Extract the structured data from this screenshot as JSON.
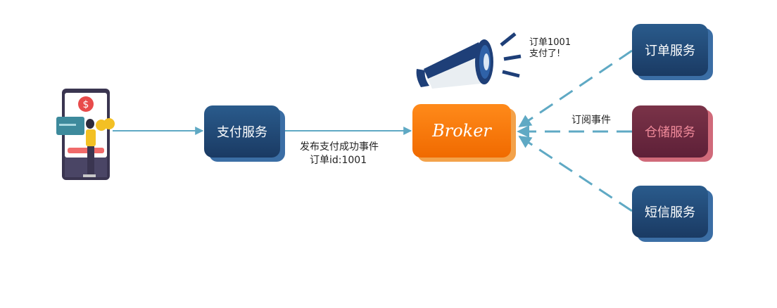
{
  "nodes": {
    "pay_service": "支付服务",
    "broker": "Broker",
    "order_service": "订单服务",
    "storage_service": "仓储服务",
    "sms_service": "短信服务"
  },
  "edges": {
    "publish_line1": "发布支付成功事件",
    "publish_line2": "订单id:1001",
    "subscribe": "订阅事件"
  },
  "announcement": {
    "line1": "订单1001",
    "line2": "支付了!"
  },
  "colors": {
    "arrow": "#5fa9c4",
    "blue_box": "#1e4570",
    "red_box": "#6a2a40",
    "broker": "#ff7a00"
  }
}
